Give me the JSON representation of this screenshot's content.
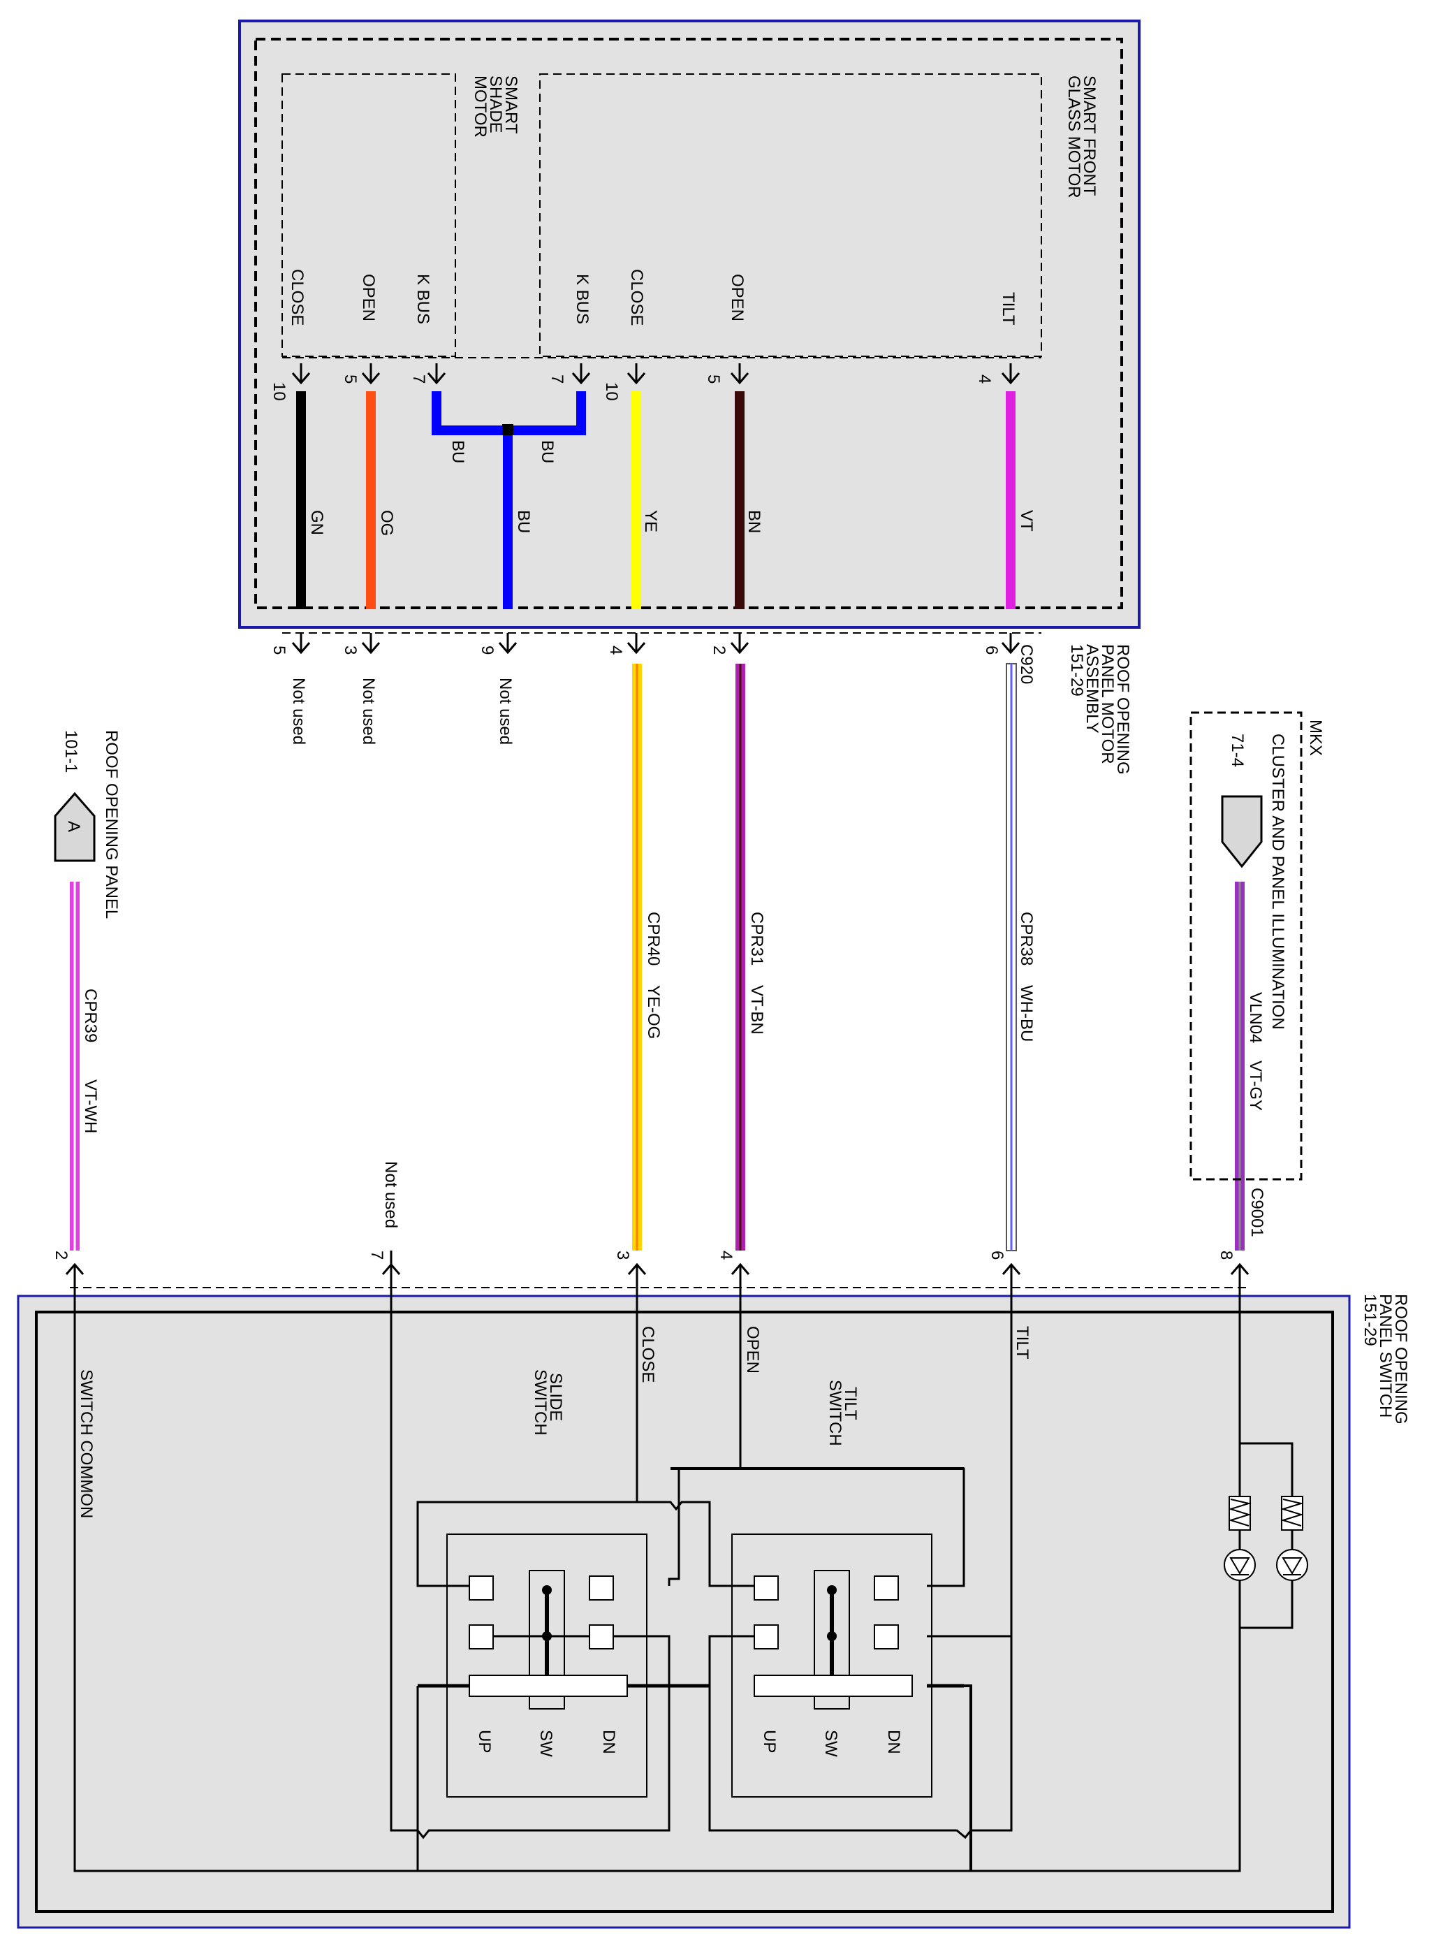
{
  "motor_assembly": {
    "title_lines": [
      "ROOF OPENING",
      "PANEL MOTOR",
      "ASSEMBLY",
      "151-29"
    ],
    "connector": "C920",
    "shade_motor_title": [
      "SMART",
      "SHADE",
      "MOTOR"
    ],
    "glass_motor_title": [
      "SMART FRONT",
      "GLASS MOTOR"
    ],
    "terminals": [
      {
        "key": "gn",
        "label": "CLOSE",
        "pin": "10",
        "wire_color_name": "GN",
        "color": "#000000",
        "conn_pin": "5",
        "conn_note": "Not used"
      },
      {
        "key": "og",
        "label": "OPEN",
        "pin": "5",
        "wire_color_name": "OG",
        "color": "#ff4d14",
        "conn_pin": "3",
        "conn_note": "Not used"
      },
      {
        "key": "kbus1",
        "label": "K BUS",
        "pin": "7",
        "wire_color_name": "BU",
        "color": "#0000ff"
      },
      {
        "key": "kbus2",
        "label": "K BUS",
        "pin": "7",
        "wire_color_name": "BU",
        "color": "#0000ff"
      },
      {
        "key": "bu",
        "label": "",
        "pin": "",
        "wire_color_name": "BU",
        "color": "#0000ff",
        "conn_pin": "9",
        "conn_note": "Not used"
      },
      {
        "key": "ye",
        "label": "CLOSE",
        "pin": "10",
        "wire_color_name": "YE",
        "color": "#ffff00",
        "conn_pin": "4"
      },
      {
        "key": "bn",
        "label": "OPEN",
        "pin": "5",
        "wire_color_name": "BN",
        "color": "#3a0a0a",
        "conn_pin": "2"
      },
      {
        "key": "vt",
        "label": "TILT",
        "pin": "4",
        "wire_color_name": "VT",
        "color": "#e020e0",
        "conn_pin": "6"
      }
    ]
  },
  "harness": [
    {
      "key": "cpr40",
      "circuit": "CPR40",
      "color_code": "YE-OG",
      "color_main": "#ffd500",
      "color_stripe": "#ff7f00"
    },
    {
      "key": "cpr31",
      "circuit": "CPR31",
      "color_code": "VT-BN",
      "color_main": "#b020b0",
      "color_stripe": "#4a1010"
    },
    {
      "key": "cpr38",
      "circuit": "CPR38",
      "color_code": "WH-BU",
      "color_main": "#ffffff",
      "color_stripe": "#6060ff"
    },
    {
      "key": "vln04",
      "circuit": "VLN04",
      "color_code": "VT-GY",
      "color_main": "#9a30c0",
      "color_stripe": "#888888"
    },
    {
      "key": "cpr39",
      "circuit": "CPR39",
      "color_code": "VT-WH",
      "color_main": "#e040e0",
      "color_stripe": "#ffffff"
    }
  ],
  "mkx": {
    "model": "MKX",
    "title": "CLUSTER AND PANEL ILLUMINATION",
    "ref": "71-4"
  },
  "roof_panel_ref": {
    "title": "ROOF OPENING PANEL",
    "ref": "101-1",
    "letter": "A"
  },
  "switch_assembly": {
    "title_lines": [
      "ROOF OPENING",
      "PANEL SWITCH",
      "151-29"
    ],
    "connector": "C9001",
    "pins": [
      {
        "key": "p8",
        "pin": "8"
      },
      {
        "key": "p6",
        "pin": "6",
        "label": "TILT"
      },
      {
        "key": "p4",
        "pin": "4",
        "label": "OPEN"
      },
      {
        "key": "p3",
        "pin": "3",
        "label": "CLOSE"
      },
      {
        "key": "p7",
        "pin": "7",
        "note": "Not used"
      },
      {
        "key": "p2",
        "pin": "2"
      }
    ],
    "tilt_switch_title": [
      "TILT",
      "SWITCH"
    ],
    "slide_switch_title": [
      "SLIDE",
      "SWITCH"
    ],
    "switch_common": "SWITCH COMMON",
    "positions": [
      "DN",
      "SW",
      "UP"
    ]
  }
}
